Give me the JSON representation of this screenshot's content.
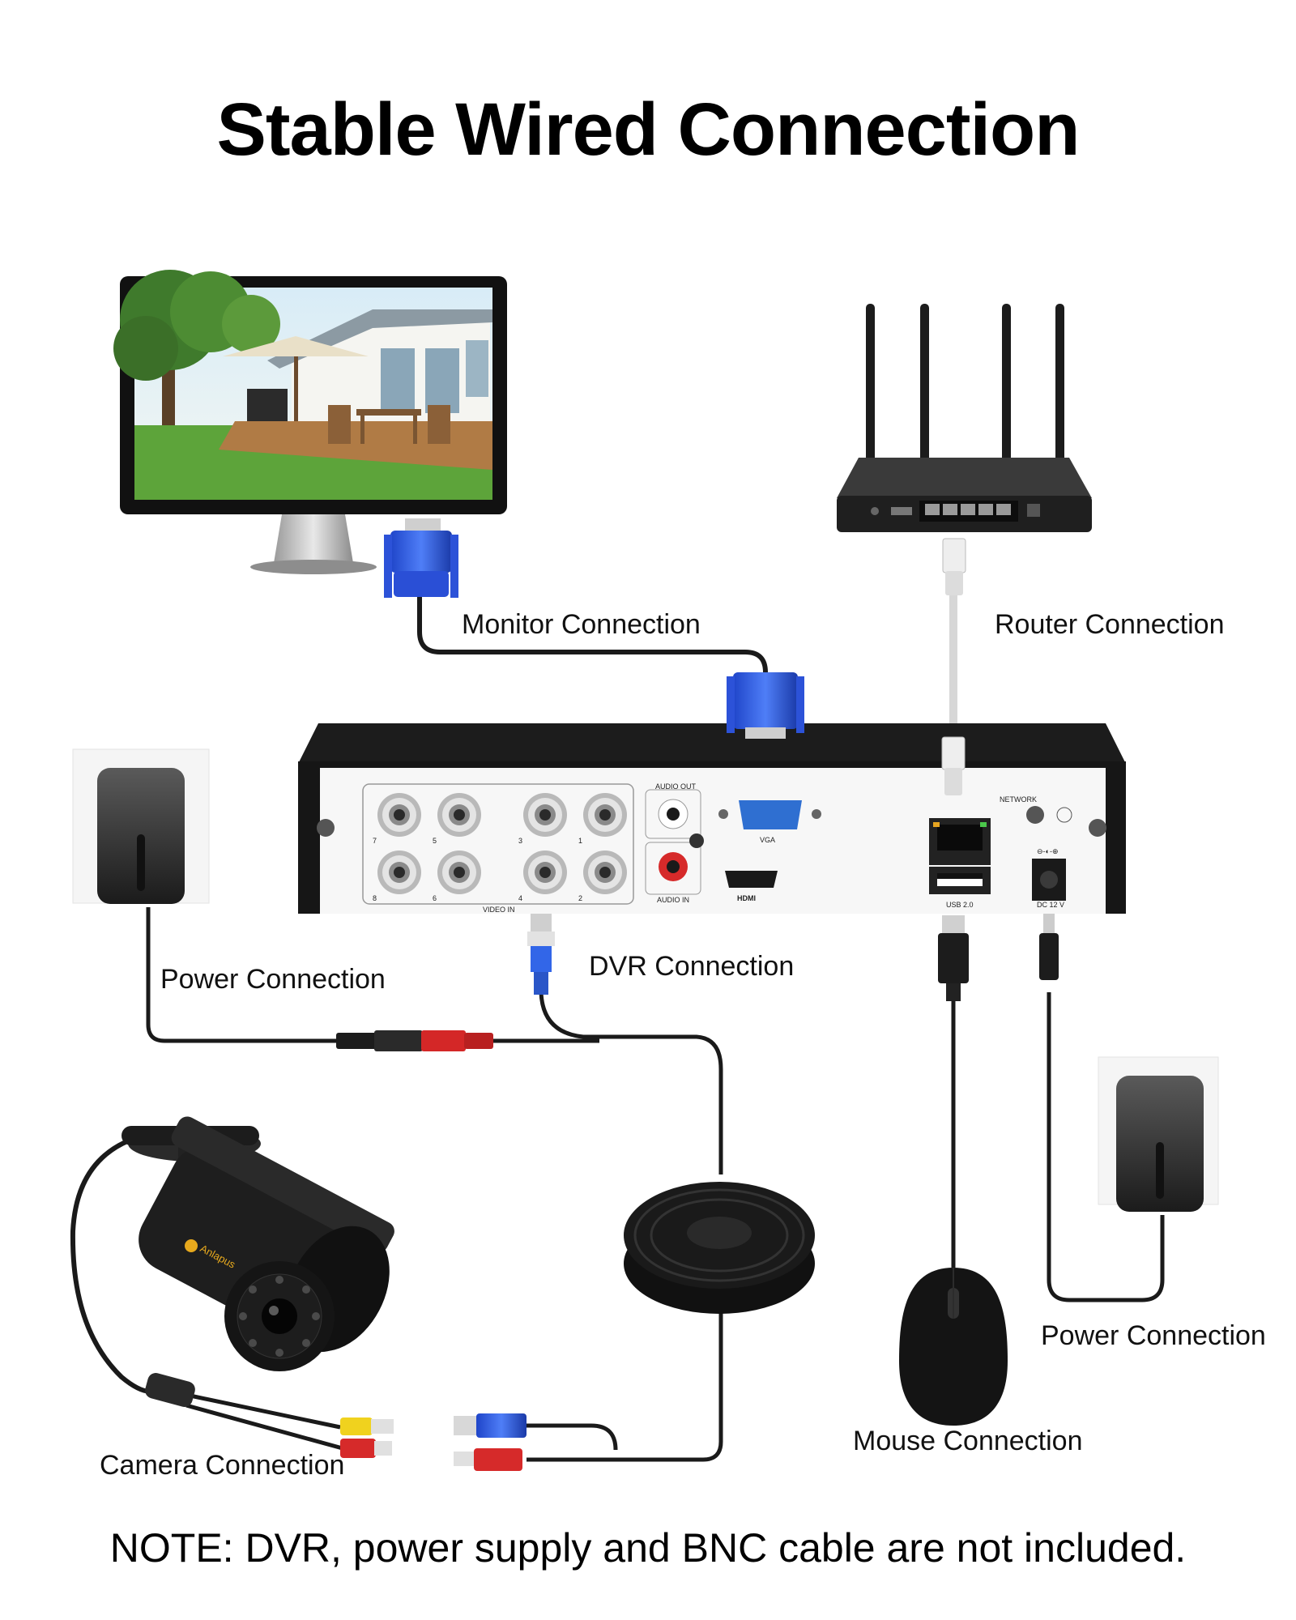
{
  "title": "Stable Wired Connection",
  "labels": {
    "monitor": "Monitor Connection",
    "router": "Router Connection",
    "power_left": "Power Connection",
    "dvr": "DVR Connection",
    "power_right": "Power Connection",
    "mouse": "Mouse Connection",
    "camera": "Camera Connection"
  },
  "dvr_panel": {
    "audio_out": "AUDIO OUT",
    "audio_in": "AUDIO IN",
    "vga": "VGA",
    "hdmi": "HDMI",
    "video_in": "VIDEO IN",
    "network": "NETWORK",
    "usb": "USB 2.0",
    "dc": "DC 12 V",
    "ports": [
      "7",
      "5",
      "3",
      "1",
      "8",
      "6",
      "4",
      "2"
    ]
  },
  "camera_brand": "Anlapus",
  "note": "NOTE: DVR, power supply and BNC cable are not included."
}
